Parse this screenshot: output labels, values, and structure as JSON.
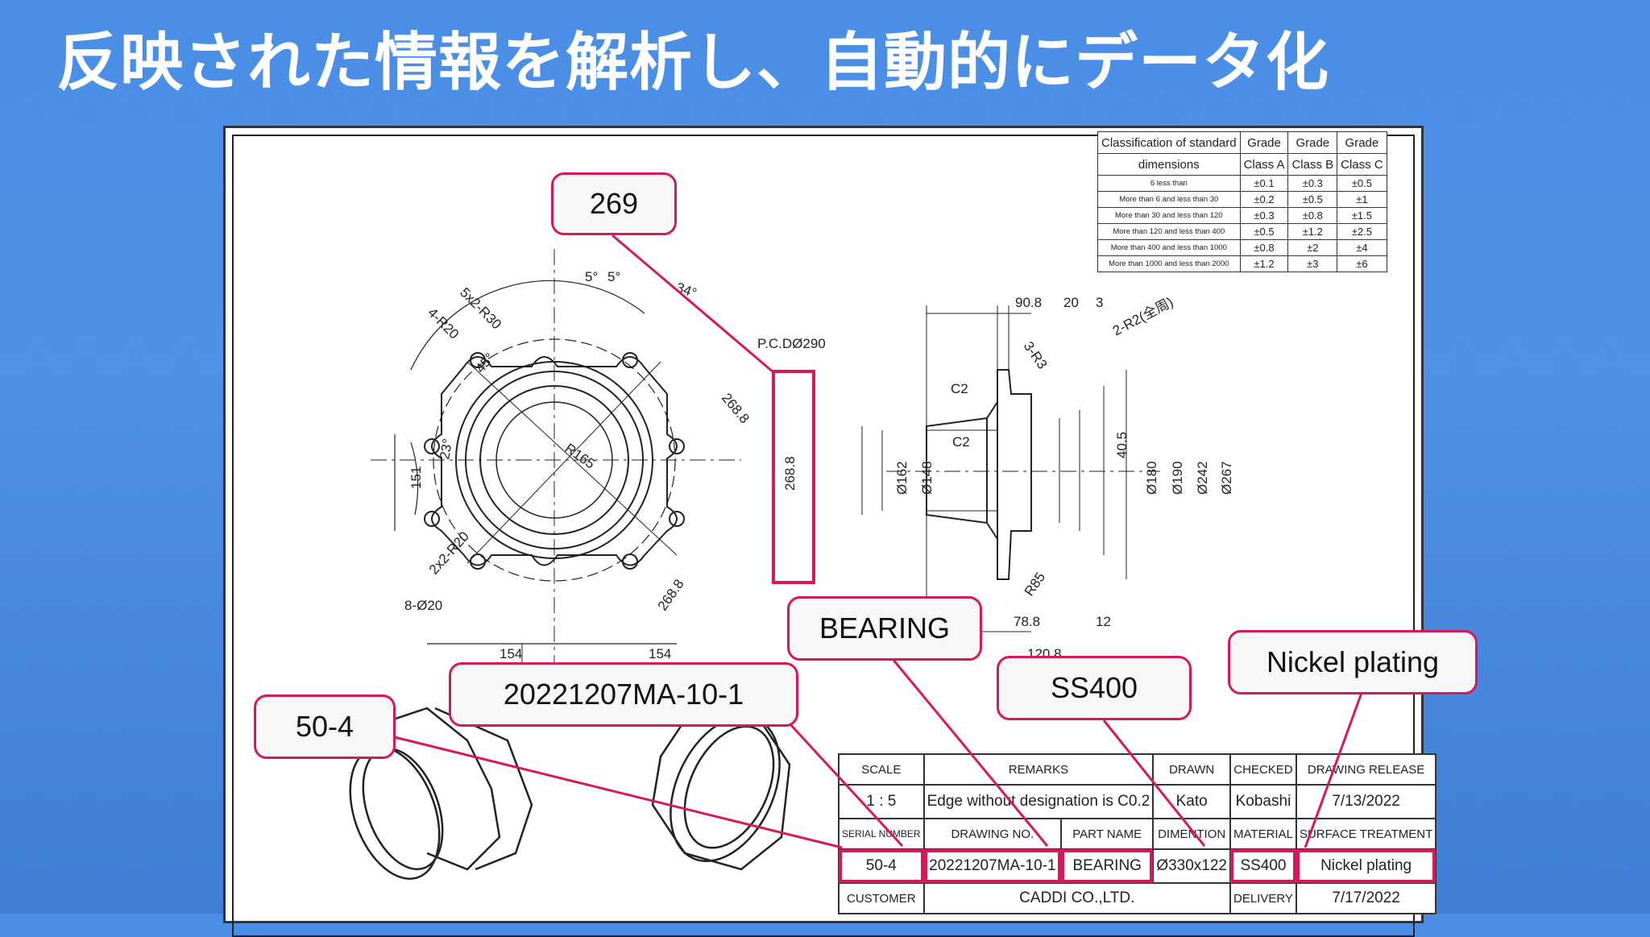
{
  "slide": {
    "title": "反映された情報を解析し、自動的にデータ化"
  },
  "tolerance_table": {
    "header1": [
      "Classification of standard",
      "Grade",
      "Grade",
      "Grade"
    ],
    "header2": [
      "dimensions",
      "Class A",
      "Class B",
      "Class C"
    ],
    "rows": [
      [
        "6 less than",
        "±0.1",
        "±0.3",
        "±0.5"
      ],
      [
        "More than 6 and less than  30",
        "±0.2",
        "±0.5",
        "±1"
      ],
      [
        "More than 30 and less than  120",
        "±0.3",
        "±0.8",
        "±1.5"
      ],
      [
        "More than 120 and less than  400",
        "±0.5",
        "±1.2",
        "±2.5"
      ],
      [
        "More than 400 and less than  1000",
        "±0.8",
        "±2",
        "±4"
      ],
      [
        "More than 1000 and less than  2000",
        "±1.2",
        "±3",
        "±6"
      ]
    ]
  },
  "dimensions": {
    "d_5x2_r30": "5x2-R30",
    "d_5a": "5°",
    "d_5b": "5°",
    "d_34": "34°",
    "d_4_r20": "4-R20",
    "d_45": "45°",
    "d_pcd": "P.C.DØ290",
    "d_268_8_a": "268.8",
    "d_268_8_v": "268.8",
    "d_r165": "R165",
    "d_23": "23°",
    "d_151": "151",
    "d_2x2_r20": "2x2-R20",
    "d_8_o20": "8-Ø20",
    "d_268_8_b": "268.8",
    "d_154_a": "154",
    "d_154_b": "154",
    "d_90_8": "90.8",
    "d_20": "20",
    "d_3": "3",
    "d_2_r2": "2-R2(全周)",
    "d_3_r3": "3-R3",
    "d_c2_a": "C2",
    "d_c2_b": "C2",
    "d_40_5": "40.5",
    "d_o162": "Ø162",
    "d_o148": "Ø148",
    "d_o180": "Ø180",
    "d_o190": "Ø190",
    "d_o242": "Ø242",
    "d_o267": "Ø267",
    "d_r85": "R85",
    "d_78_8": "78.8",
    "d_12": "12",
    "d_120_8": "120.8"
  },
  "title_block": {
    "scale_label": "SCALE",
    "remarks_label": "REMARKS",
    "drawn_label": "DRAWN",
    "checked_label": "CHECKED",
    "release_label": "DRAWING RELEASE",
    "scale_value": "1 : 5",
    "remarks_value": "Edge without designation is C0.2",
    "drawn_value": "Kato",
    "checked_value": "Kobashi",
    "release_value": "7/13/2022",
    "serial_label": "SERIAL NUMBER",
    "drawing_no_label": "DRAWING NO.",
    "part_name_label": "PART NAME",
    "dimention_label": "DIMENTION",
    "material_label": "MATERIAL",
    "surface_label": "SURFACE TREATMENT",
    "serial_value": "50-4",
    "drawing_no_value": "20221207MA-10-1",
    "part_name_value": "BEARING",
    "dimention_value": "Ø330x122",
    "material_value": "SS400",
    "surface_value": "Nickel plating",
    "customer_label": "CUSTOMER",
    "customer_value": "CADDI CO.,LTD.",
    "delivery_label": "DELIVERY",
    "delivery_value": "7/17/2022"
  },
  "callouts": {
    "dimension": "269",
    "part_name": "BEARING",
    "drawing_no": "20221207MA-10-1",
    "serial": "50-4",
    "material": "SS400",
    "surface": "Nickel plating"
  },
  "colors": {
    "accent": "#d6195a",
    "background": "#4a8ee6"
  }
}
